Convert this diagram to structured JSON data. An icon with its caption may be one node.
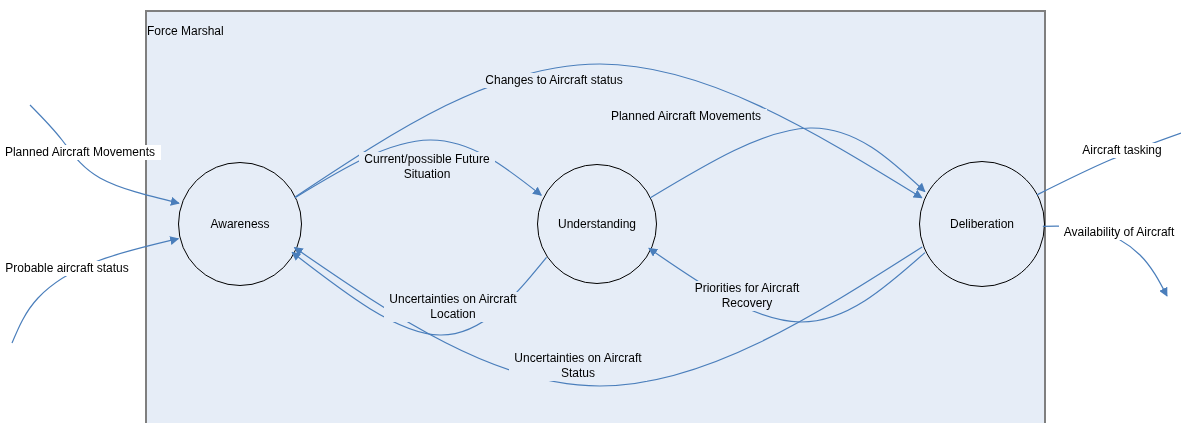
{
  "diagram": {
    "nodes": [
      {
        "text": [
          "Force Marshal"
        ]
      },
      {
        "text": [
          "Awareness"
        ],
        "in": 0
      },
      {
        "text": [
          "Understanding"
        ],
        "in": 0
      },
      {
        "text": [
          "Deliberation"
        ],
        "in": 0
      }
    ],
    "edges": [
      {
        "from": null,
        "to": 1,
        "arrow": "to",
        "label": "Planned Aircraft Movements"
      },
      {
        "from": null,
        "to": 1,
        "arrow": "to",
        "label": "Probable aircraft status"
      },
      {
        "from": 1,
        "to": 3,
        "arrow": "to",
        "label": "Changes to Aircraft status"
      },
      {
        "from": 1,
        "to": 2,
        "arrow": "to",
        "label": "Current/possible Future Situation"
      },
      {
        "from": 2,
        "to": 3,
        "arrow": "to",
        "label": "Planned Aircraft Movements"
      },
      {
        "from": 2,
        "to": 1,
        "arrow": "to",
        "label": "Uncertainties on Aircraft Location"
      },
      {
        "from": 3,
        "to": 2,
        "arrow": "to",
        "label": "Priorities for Aircraft Recovery"
      },
      {
        "from": 3,
        "to": 1,
        "arrow": "to",
        "label": "Uncertainties on Aircraft Status"
      },
      {
        "from": 3,
        "to": null,
        "arrow": "none",
        "label": "Aircraft tasking"
      },
      {
        "from": 3,
        "to": null,
        "arrow": "to",
        "label": "Availability of Aircraft"
      }
    ]
  }
}
